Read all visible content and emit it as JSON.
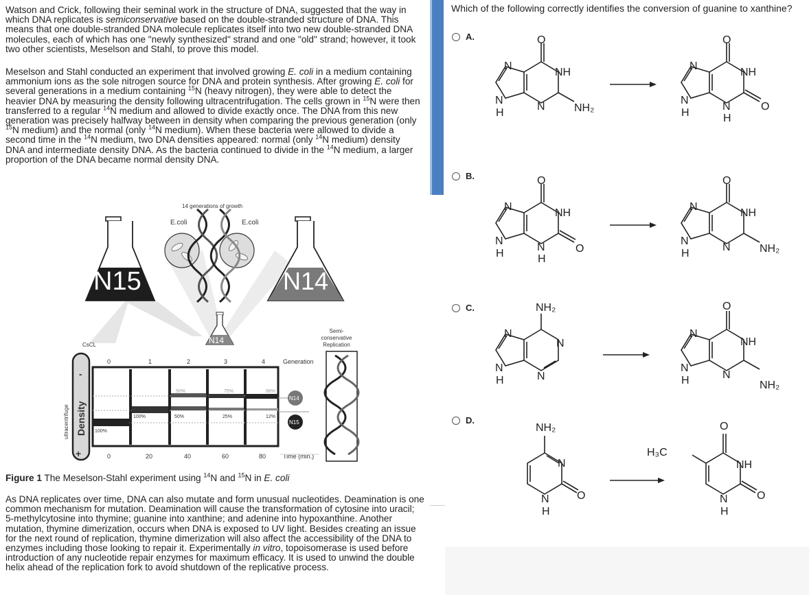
{
  "passage": {
    "p1": {
      "before": "Watson and Crick, following their seminal work in the structure of DNA, suggested that the way in which DNA replicates is ",
      "em": "semiconservative",
      "after": " based on the double-stranded structure of DNA. This means that one double-stranded DNA molecule replicates itself into two new double-stranded DNA molecules, each of which has one \"newly synthesized\" strand and one \"old\" strand; however, it took two other scientists, Meselson and Stahl, to prove this model."
    },
    "p2": {
      "s1": "Meselson and Stahl conducted an experiment that involved growing ",
      "ecoli": "E. coli",
      "s2": " in a medium containing ammonium ions as the sole nitrogen source for DNA and protein synthesis. After growing ",
      "s3": " for several generations in a medium containing ",
      "sup15": "15",
      "s4": "N (heavy nitrogen), they were able to detect the heavier DNA by measuring the density following ultracentrifugation. The cells grown in ",
      "s5": "N were then transferred to a regular ",
      "sup14": "14",
      "s6": "N medium and allowed to divide exactly once. The DNA from this new generation was precisely halfway between in density when comparing the previous generation (only ",
      "s7": "N medium) and the normal (only ",
      "s8": "N medium). When these bacteria were allowed to divide a second time in the ",
      "s9": "N medium, two DNA densities appeared: normal (only ",
      "s10": "N medium) density DNA and intermediate density DNA. As the bacteria continued to divide in the ",
      "s11": "N medium, a larger proportion of the DNA became normal density DNA."
    },
    "caption": {
      "label": "Figure 1",
      "t1": " The Meselson-Stahl experiment using ",
      "sup14": "14",
      "t2": "N and ",
      "sup15": "15",
      "t3": "N in ",
      "ecoli": "E. coli"
    },
    "p3": {
      "s1": "As DNA replicates over time, DNA can also mutate and form unusual nucleotides. Deamination is one common mechanism for mutation. Deamination will cause the transformation of cytosine into uracil; 5-methylcytosine into thymine; guanine into xanthine; and adenine into hypoxanthine. Another mutation, thymine dimerization, occurs when DNA is exposed to UV light. Besides creating an issue for the next round of replication, thymine dimerization will also affect the accessibility of the DNA to enzymes including those looking to repair it. Experimentally ",
      "em": "in vitro",
      "s2": ", topoisomerase is used before introduction of any nucleotide repair enzymes for maximum efficacy. It is used to unwind the double helix ahead of the replication fork to avoid shutdown of the replicative process."
    }
  },
  "figure": {
    "growth_label": "14 generations of growth",
    "ecoli_left": "E.coli",
    "ecoli_right": "E.coli",
    "flask_left": "N15",
    "flask_right": "N14",
    "flask_small": "N14",
    "cscl": "CsCL",
    "semi_line1": "Semi-",
    "semi_line2": "conservative",
    "semi_line3": "Replication",
    "generation_label": "Generation",
    "time_label": "Time (min.)",
    "side_label": "ultracentrifuge",
    "density_label": "Density",
    "minus": "-",
    "plus": "+",
    "generations": [
      "0",
      "1",
      "2",
      "3",
      "4"
    ],
    "times": [
      "0",
      "20",
      "40",
      "60",
      "80"
    ],
    "upper_pct": [
      "50%",
      "75%",
      "88%"
    ],
    "lower_pct": [
      "100%",
      "50%",
      "25%",
      "12%"
    ],
    "base_pct": "100%",
    "badge_14": "N14",
    "badge_15": "N15"
  },
  "question": {
    "text": "Which of the following correctly identifies the conversion of guanine to xanthine?",
    "options": [
      {
        "letter": "A."
      },
      {
        "letter": "B."
      },
      {
        "letter": "C."
      },
      {
        "letter": "D."
      }
    ],
    "atoms": {
      "N": "N",
      "NH": "NH",
      "H": "H",
      "O": "O",
      "NH2": "NH₂",
      "H3C": "H₃C"
    }
  }
}
